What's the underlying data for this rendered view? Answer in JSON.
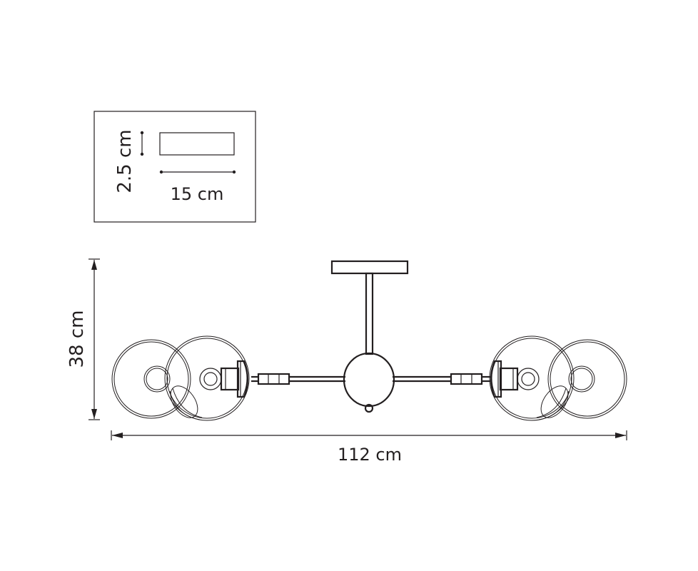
{
  "canopy_box": {
    "height_label": "2.5 cm",
    "width_label": "15 cm"
  },
  "fixture": {
    "height_label": "38 cm",
    "width_label": "112 cm"
  }
}
